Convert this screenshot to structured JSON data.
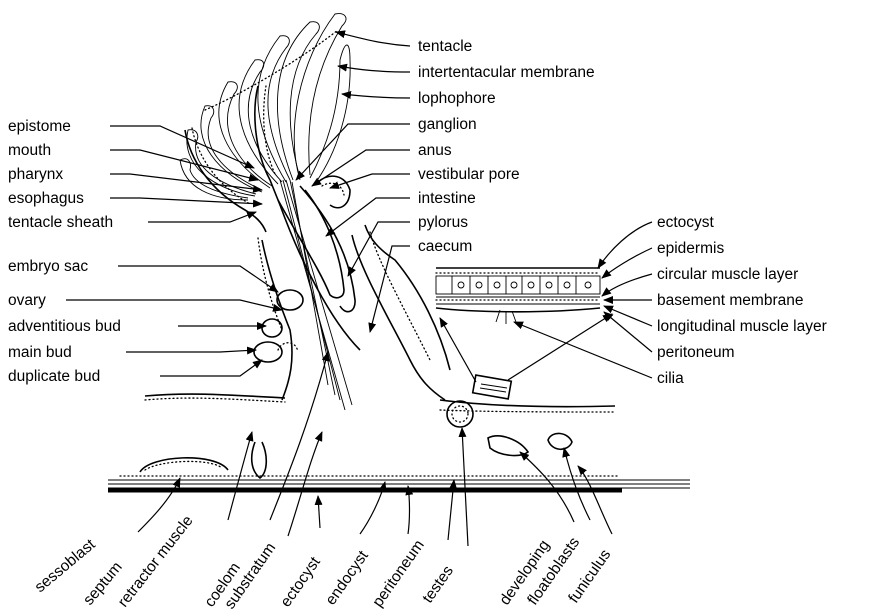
{
  "labels": {
    "tentacle": "tentacle",
    "intertentacular_membrane": "intertentacular membrane",
    "lophophore": "lophophore",
    "ganglion": "ganglion",
    "anus": "anus",
    "vestibular_pore": "vestibular pore",
    "intestine": "intestine",
    "pylorus": "pylorus",
    "caecum": "caecum",
    "epistome": "epistome",
    "mouth": "mouth",
    "pharynx": "pharynx",
    "esophagus": "esophagus",
    "tentacle_sheath": "tentacle sheath",
    "embryo_sac": "embryo sac",
    "ovary": "ovary",
    "adventitious_bud": "adventitious bud",
    "main_bud": "main bud",
    "duplicate_bud": "duplicate bud",
    "ectocyst_inset": "ectocyst",
    "epidermis": "epidermis",
    "circular_muscle_layer": "circular muscle layer",
    "basement_membrane": "basement membrane",
    "longitudinal_muscle_layer": "longitudinal muscle layer",
    "peritoneum_inset": "peritoneum",
    "cilia": "cilia",
    "sessoblast": "sessoblast",
    "septum": "septum",
    "retractor_muscle": "retractor muscle",
    "coelom": "coelom",
    "substratum": "substratum",
    "ectocyst_bottom": "ectocyst",
    "endocyst": "endocyst",
    "peritoneum_bottom": "peritoneum",
    "testes": "testes",
    "developing": "developing",
    "floatoblasts": "floatoblasts",
    "funiculus": "funiculus"
  }
}
